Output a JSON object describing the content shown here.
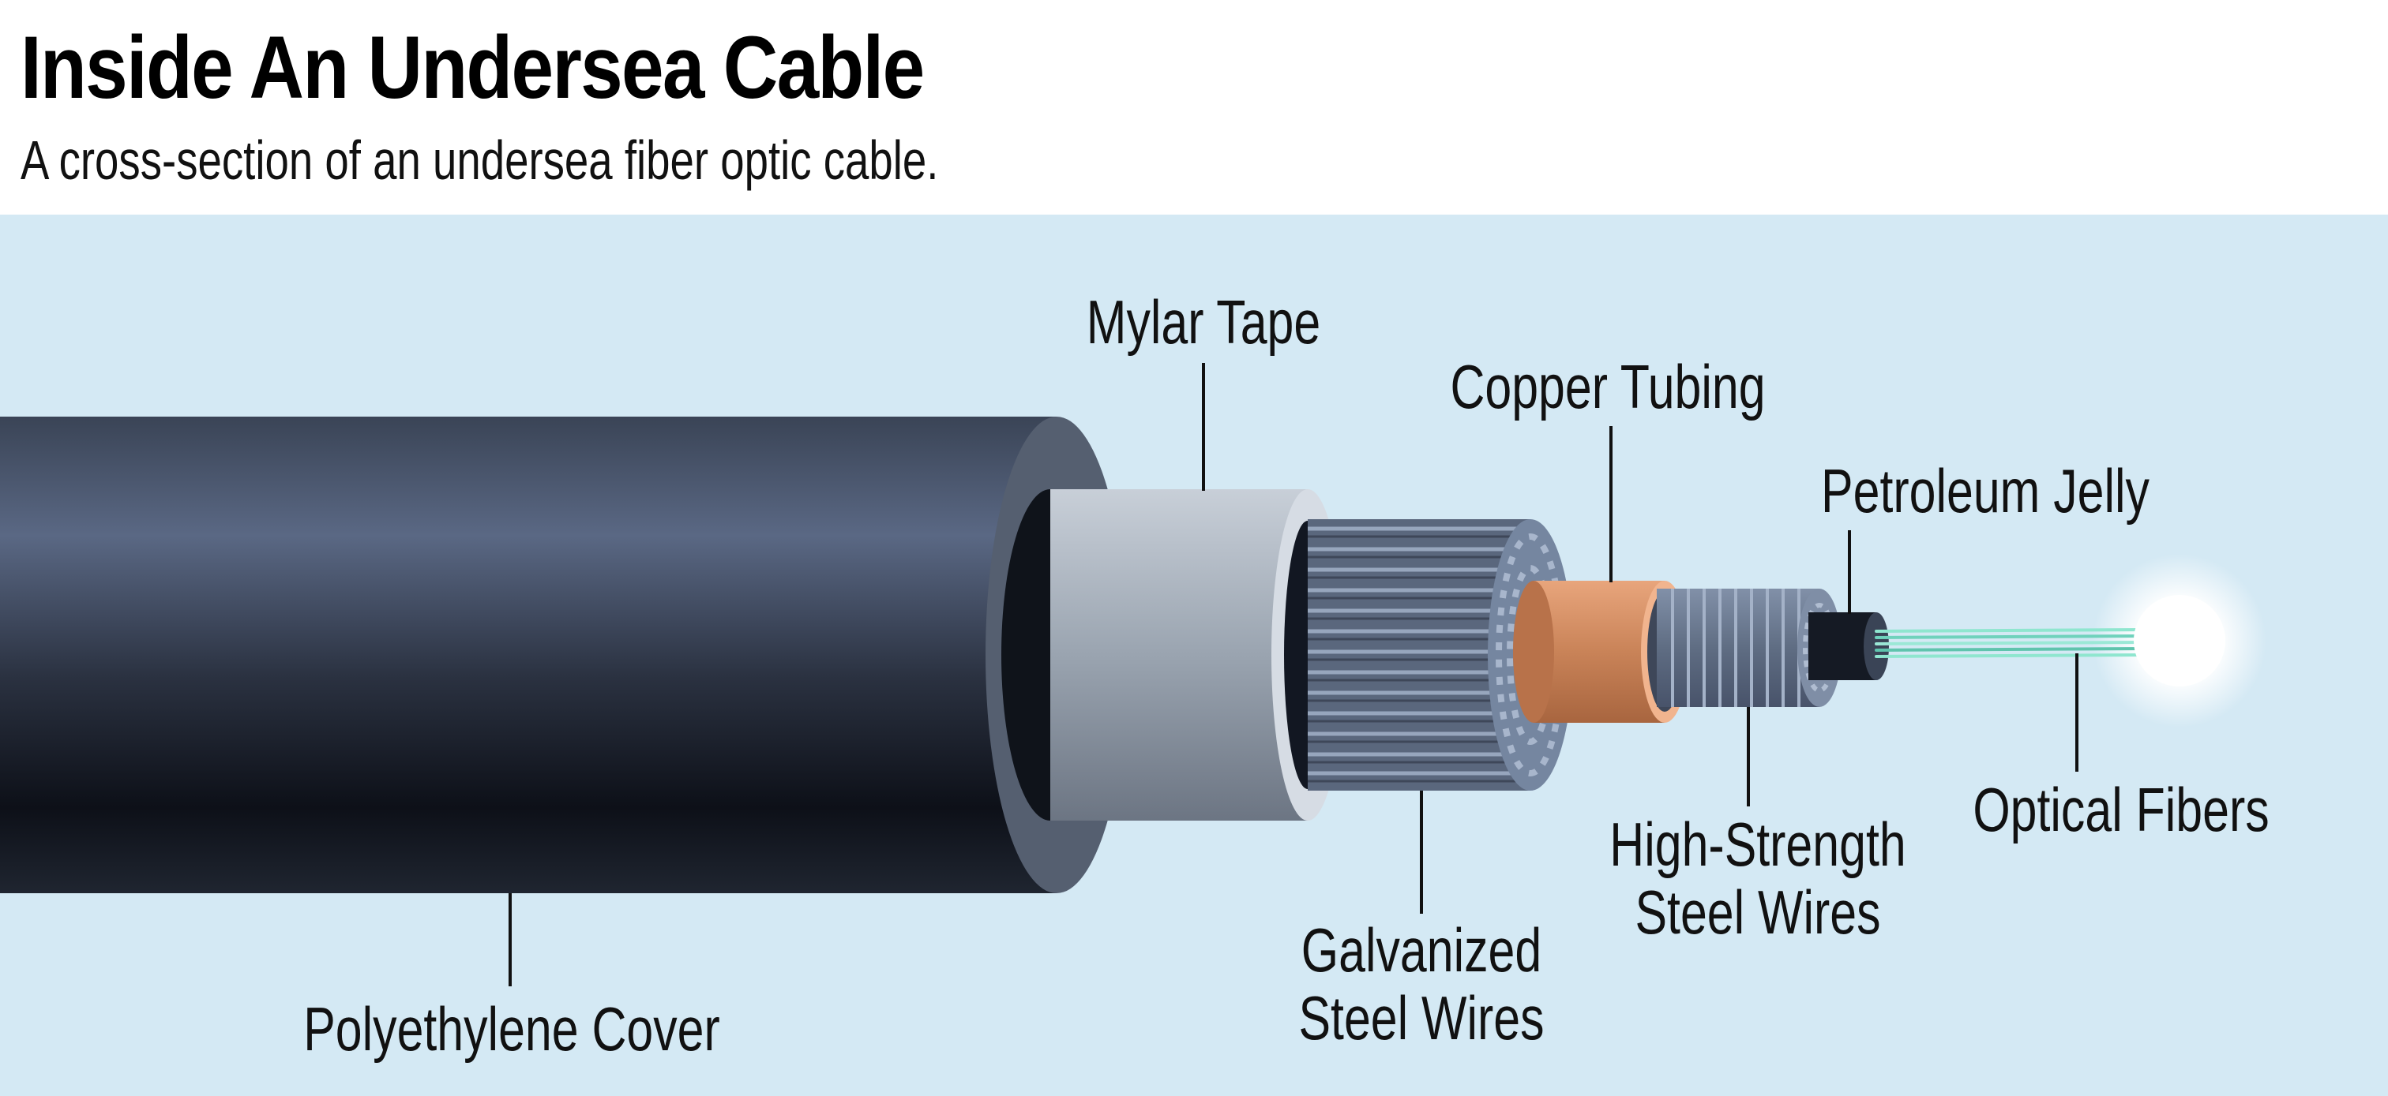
{
  "header": {
    "title": "Inside An Undersea Cable",
    "subtitle": "A cross-section of an undersea fiber optic cable."
  },
  "labels": {
    "mylar_tape": "Mylar Tape",
    "copper_tubing": "Copper Tubing",
    "petroleum_jelly": "Petroleum Jelly",
    "polyethylene_cover": "Polyethylene Cover",
    "galvanized_line1": "Galvanized",
    "galvanized_line2": "Steel Wires",
    "high_strength_line1": "High-Strength",
    "high_strength_line2": "Steel Wires",
    "optical_fibers": "Optical Fibers"
  },
  "colors": {
    "background": "#d4e9f4",
    "polyethylene": "#1e2430",
    "mylar": "#a9b2bd",
    "steel": "#6f7d92",
    "copper": "#d48a60",
    "fiber": "#7fe0c8"
  }
}
